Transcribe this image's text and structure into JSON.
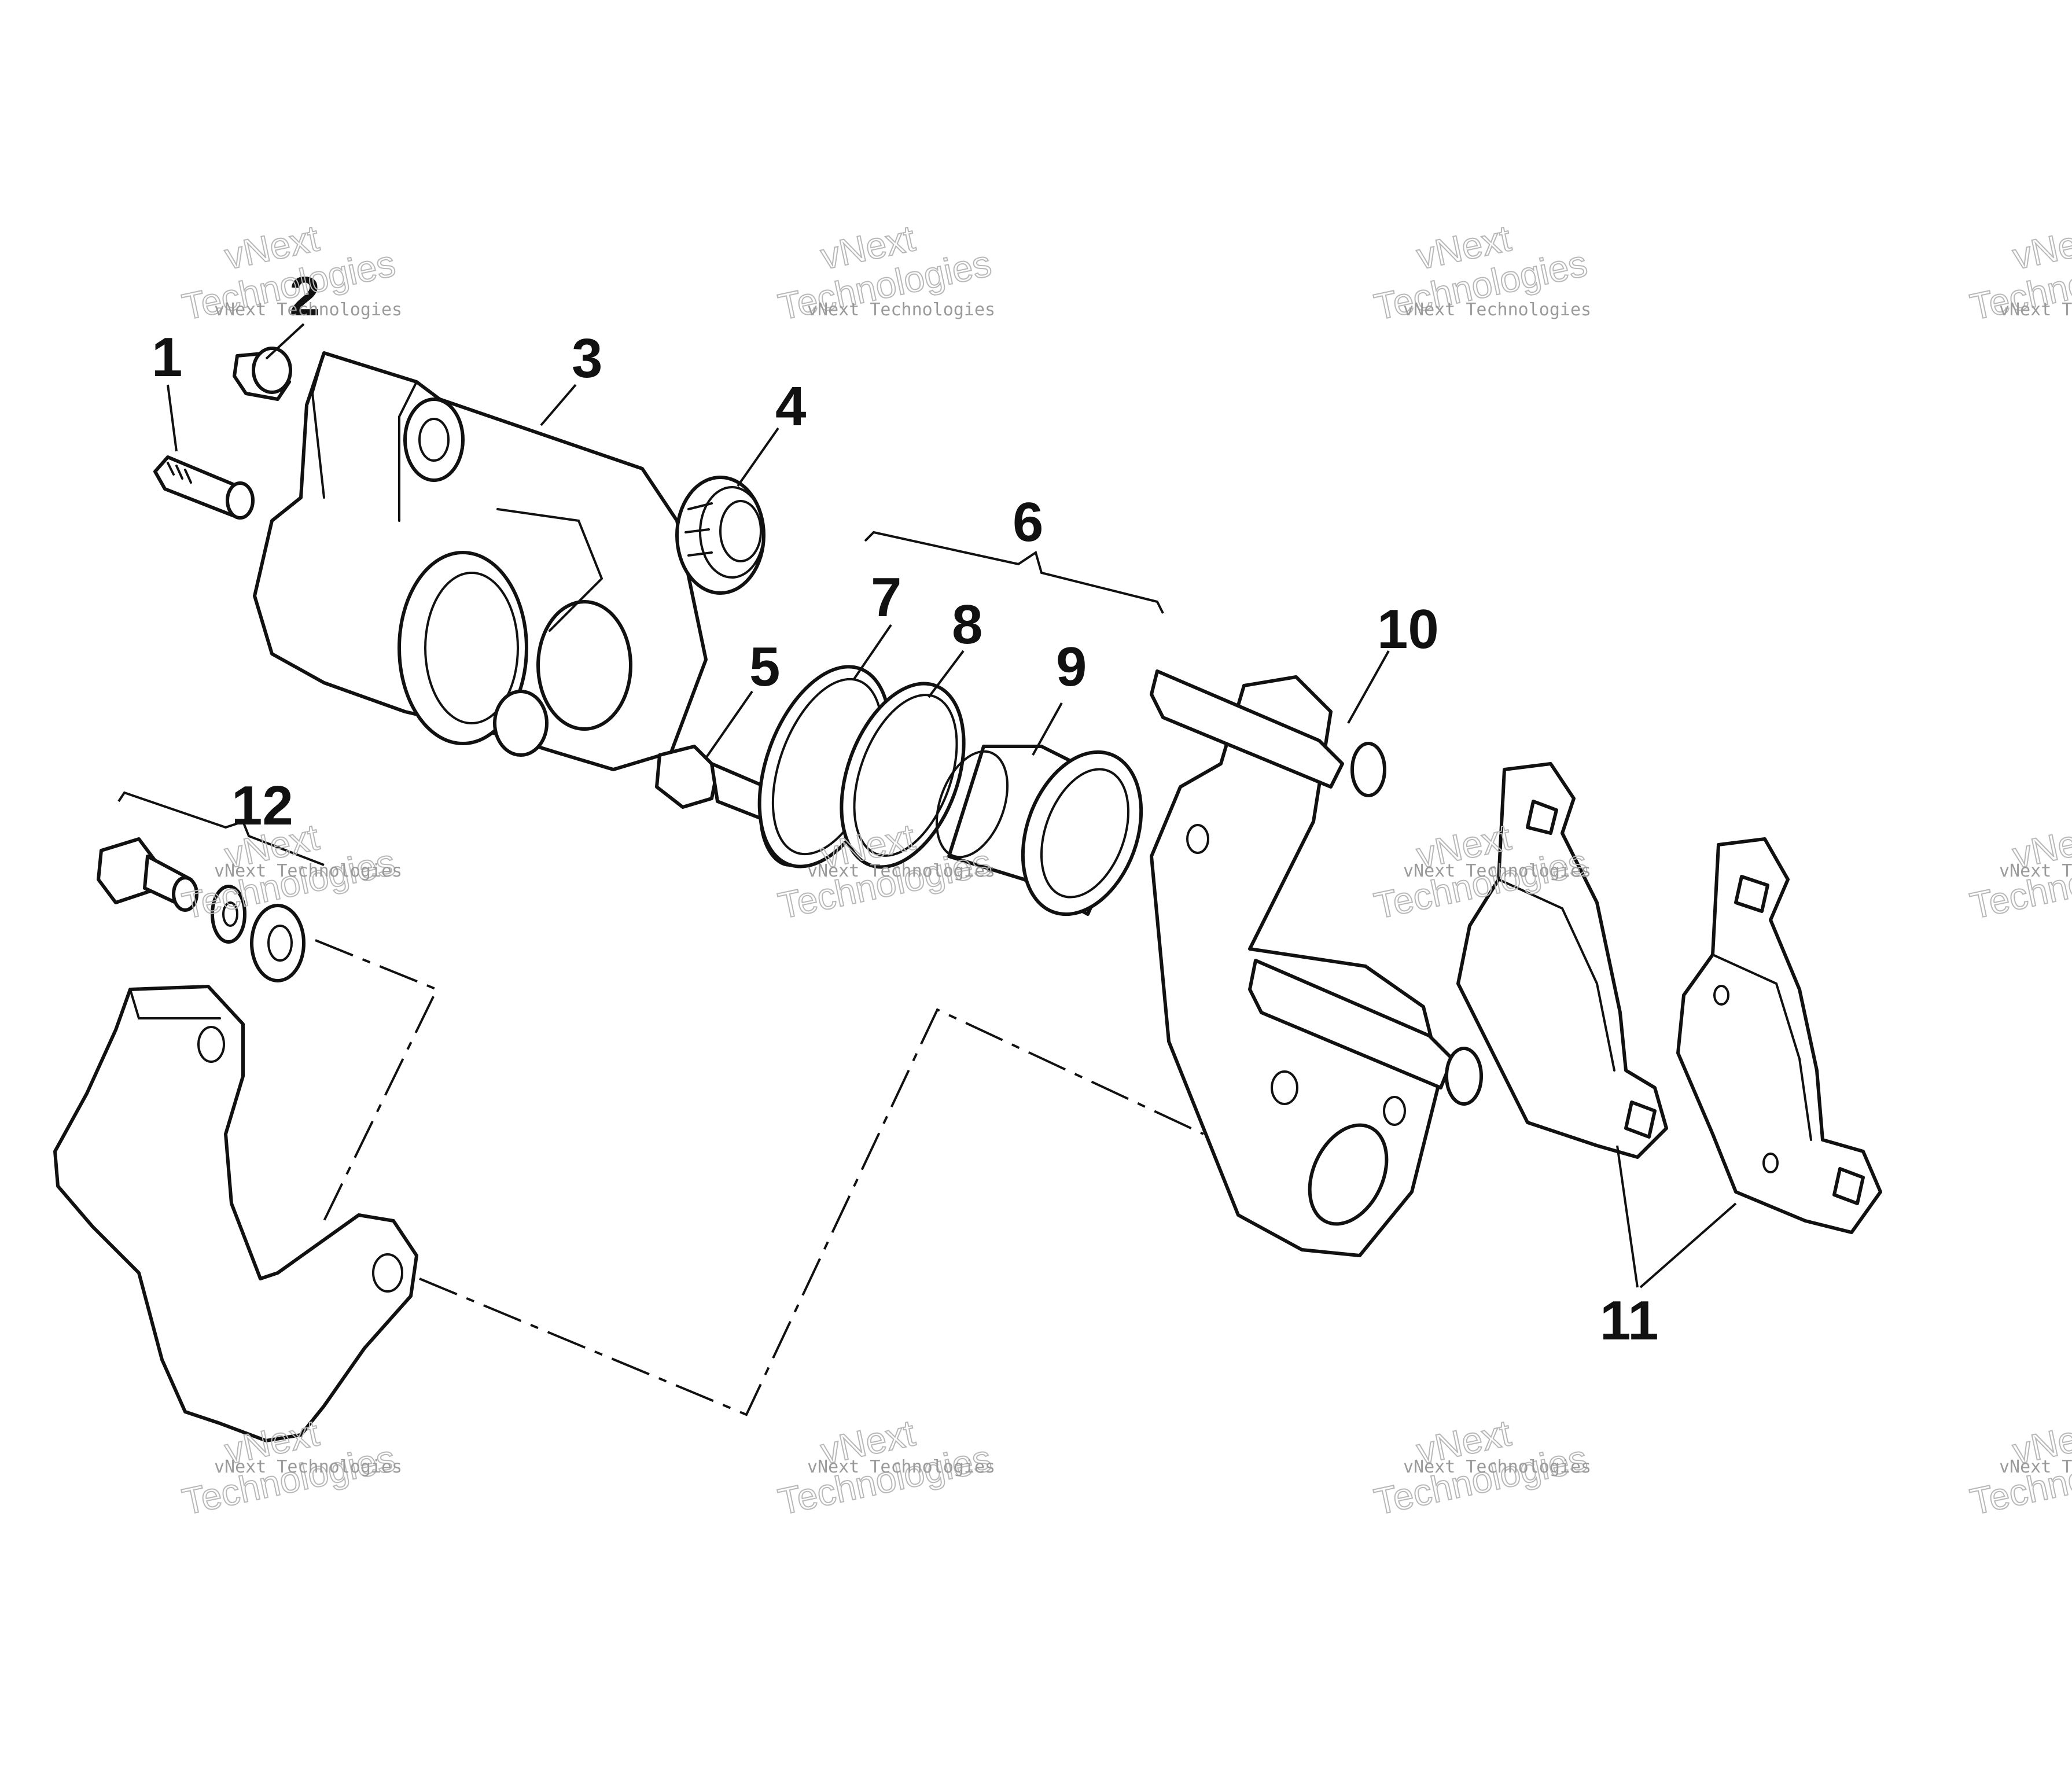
{
  "callouts": [
    {
      "id": "1",
      "label": "1"
    },
    {
      "id": "2",
      "label": "2"
    },
    {
      "id": "3",
      "label": "3"
    },
    {
      "id": "4",
      "label": "4"
    },
    {
      "id": "5",
      "label": "5"
    },
    {
      "id": "6",
      "label": "6"
    },
    {
      "id": "7",
      "label": "7"
    },
    {
      "id": "8",
      "label": "8"
    },
    {
      "id": "9",
      "label": "9"
    },
    {
      "id": "10",
      "label": "10"
    },
    {
      "id": "11",
      "label": "11"
    },
    {
      "id": "12",
      "label": "12"
    }
  ],
  "watermark": {
    "small_text": "vNext Technologies",
    "big_line1": "vNext",
    "big_line2": "Technologies"
  }
}
